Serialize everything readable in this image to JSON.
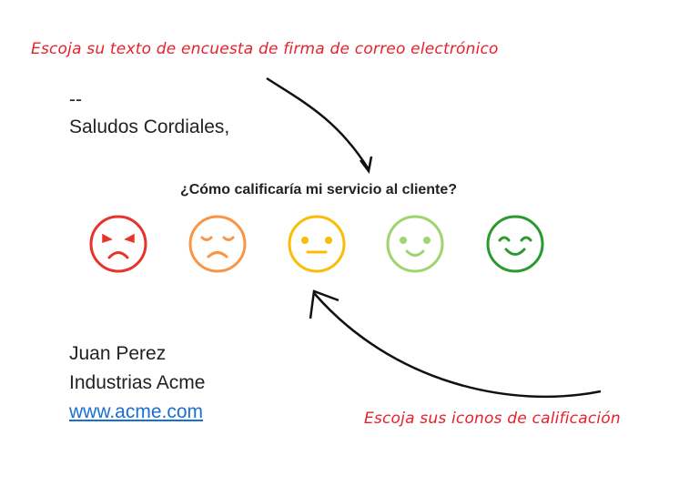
{
  "annotations": {
    "top": "Escoja su texto de encuesta de firma de correo electrónico",
    "bottom": "Escoja sus iconos de calificación"
  },
  "signature": {
    "separator": "--",
    "greeting": "Saludos Cordiales,",
    "name": "Juan Perez",
    "company": "Industrias Acme",
    "website": "www.acme.com"
  },
  "survey": {
    "question": "¿Cómo calificaría mi servicio al cliente?",
    "ratings": [
      {
        "icon": "angry-face-icon",
        "color": "#e8322a"
      },
      {
        "icon": "sad-face-icon",
        "color": "#f79646"
      },
      {
        "icon": "neutral-face-icon",
        "color": "#fbbc04"
      },
      {
        "icon": "smile-face-icon",
        "color": "#9ed56f"
      },
      {
        "icon": "happy-face-icon",
        "color": "#2a9a2e"
      }
    ]
  }
}
